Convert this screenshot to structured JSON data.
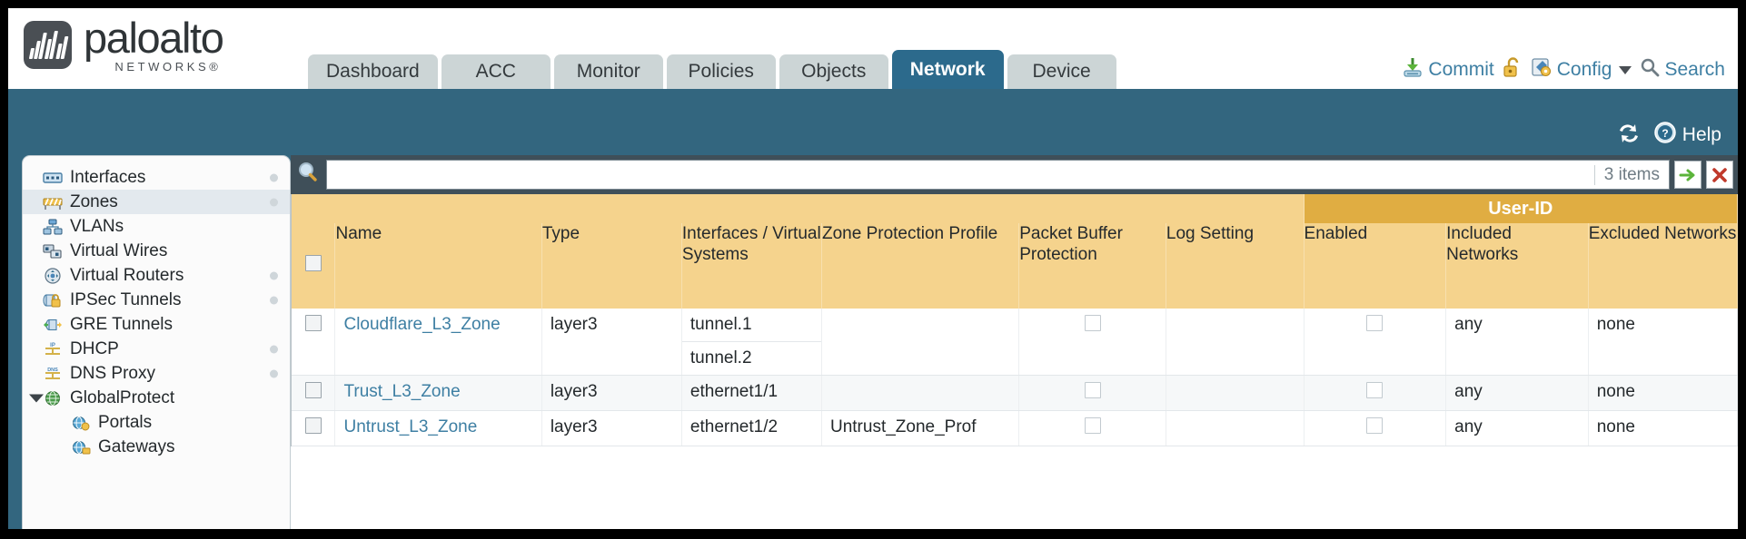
{
  "brand": {
    "name": "paloalto",
    "sub": "NETWORKS®",
    "logo_icon": "paloalto-wave-logo"
  },
  "nav": {
    "tabs": [
      {
        "label": "Dashboard",
        "active": false
      },
      {
        "label": "ACC",
        "active": false
      },
      {
        "label": "Monitor",
        "active": false
      },
      {
        "label": "Policies",
        "active": false
      },
      {
        "label": "Objects",
        "active": false
      },
      {
        "label": "Network",
        "active": true
      },
      {
        "label": "Device",
        "active": false
      }
    ]
  },
  "header_actions": {
    "commit": "Commit",
    "lock_icon": "unlock-padlock-icon",
    "config": "Config",
    "search": "Search"
  },
  "toolbar": {
    "refresh_icon": "refresh-icon",
    "help": "Help"
  },
  "sidebar": {
    "items": [
      {
        "label": "Interfaces",
        "icon": "interfaces-icon",
        "selected": false,
        "dot": true,
        "indent": false,
        "expander": false
      },
      {
        "label": "Zones",
        "icon": "zones-icon",
        "selected": true,
        "dot": true,
        "indent": false,
        "expander": false
      },
      {
        "label": "VLANs",
        "icon": "vlans-icon",
        "selected": false,
        "dot": false,
        "indent": false,
        "expander": false
      },
      {
        "label": "Virtual Wires",
        "icon": "virtual-wires-icon",
        "selected": false,
        "dot": false,
        "indent": false,
        "expander": false
      },
      {
        "label": "Virtual Routers",
        "icon": "virtual-routers-icon",
        "selected": false,
        "dot": true,
        "indent": false,
        "expander": false
      },
      {
        "label": "IPSec Tunnels",
        "icon": "ipsec-tunnels-icon",
        "selected": false,
        "dot": true,
        "indent": false,
        "expander": false
      },
      {
        "label": "GRE Tunnels",
        "icon": "gre-tunnels-icon",
        "selected": false,
        "dot": false,
        "indent": false,
        "expander": false
      },
      {
        "label": "DHCP",
        "icon": "dhcp-icon",
        "selected": false,
        "dot": true,
        "indent": false,
        "expander": false
      },
      {
        "label": "DNS Proxy",
        "icon": "dns-proxy-icon",
        "selected": false,
        "dot": true,
        "indent": false,
        "expander": false
      },
      {
        "label": "GlobalProtect",
        "icon": "globalprotect-icon",
        "selected": false,
        "dot": false,
        "indent": false,
        "expander": true
      },
      {
        "label": "Portals",
        "icon": "portals-icon",
        "selected": false,
        "dot": false,
        "indent": true,
        "expander": false
      },
      {
        "label": "Gateways",
        "icon": "gateways-icon",
        "selected": false,
        "dot": false,
        "indent": true,
        "expander": false
      }
    ]
  },
  "search": {
    "icon": "search-magnifier-icon",
    "value": "",
    "placeholder": "",
    "items_count": "3 items",
    "apply_icon": "green-arrow-apply-icon",
    "clear_icon": "red-x-clear-icon"
  },
  "table": {
    "group_headers": [
      {
        "label": "User-ID",
        "span": 3
      }
    ],
    "columns": [
      "Name",
      "Type",
      "Interfaces / Virtual Systems",
      "Zone Protection Profile",
      "Packet Buffer Protection",
      "Log Setting",
      "Enabled",
      "Included Networks",
      "Excluded Networks"
    ],
    "rows": [
      {
        "name": "Cloudflare_L3_Zone",
        "type": "layer3",
        "interfaces": [
          "tunnel.1",
          "tunnel.2"
        ],
        "zone_protection_profile": "",
        "packet_buffer_protection": false,
        "log_setting": "",
        "enabled": false,
        "included_networks": "any",
        "excluded_networks": "none",
        "selected": false
      },
      {
        "name": "Trust_L3_Zone",
        "type": "layer3",
        "interfaces": [
          "ethernet1/1"
        ],
        "zone_protection_profile": "",
        "packet_buffer_protection": false,
        "log_setting": "",
        "enabled": false,
        "included_networks": "any",
        "excluded_networks": "none",
        "selected": false
      },
      {
        "name": "Untrust_L3_Zone",
        "type": "layer3",
        "interfaces": [
          "ethernet1/2"
        ],
        "zone_protection_profile": "Untrust_Zone_Prof",
        "packet_buffer_protection": false,
        "log_setting": "",
        "enabled": false,
        "included_networks": "any",
        "excluded_networks": "none",
        "selected": false
      }
    ]
  },
  "colors": {
    "brand_dark": "#4a4f54",
    "nav_active": "#2c6a8c",
    "band_blue": "#33667f",
    "header_amber": "#f5d38d",
    "group_amber": "#e0ad42",
    "link_blue": "#3e7fa3"
  }
}
